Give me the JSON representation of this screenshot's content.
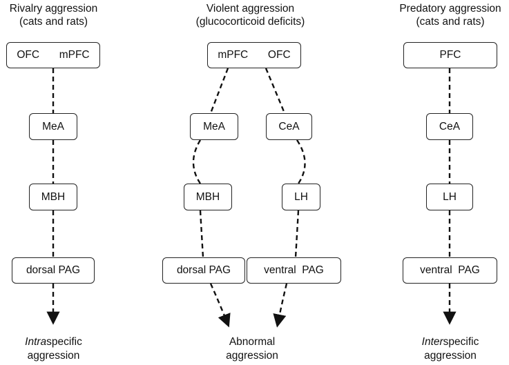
{
  "columns": [
    {
      "title_line1": "Rivalry aggression",
      "title_line2": "(cats and rats)",
      "top_box": [
        "OFC",
        "mPFC"
      ],
      "nodes": [
        "MeA",
        "MBH",
        "dorsal PAG"
      ],
      "outcome_prefix": "Intra",
      "outcome_rest": "specific",
      "outcome_line2": "aggression"
    },
    {
      "title_line1": "Violent aggression",
      "title_line2": "(glucocorticoid deficits)",
      "top_box": [
        "mPFC",
        "OFC"
      ],
      "left_nodes": [
        "MeA",
        "MBH",
        "dorsal PAG"
      ],
      "right_nodes": [
        "CeA",
        "LH",
        "ventral  PAG"
      ],
      "outcome_line1": "Abnormal",
      "outcome_line2": "aggression"
    },
    {
      "title_line1": "Predatory aggression",
      "title_line2": "(cats and rats)",
      "top_box": [
        "PFC"
      ],
      "nodes": [
        "CeA",
        "LH",
        "ventral  PAG"
      ],
      "outcome_prefix": "Inter",
      "outcome_rest": "specific",
      "outcome_line2": "aggression"
    }
  ]
}
